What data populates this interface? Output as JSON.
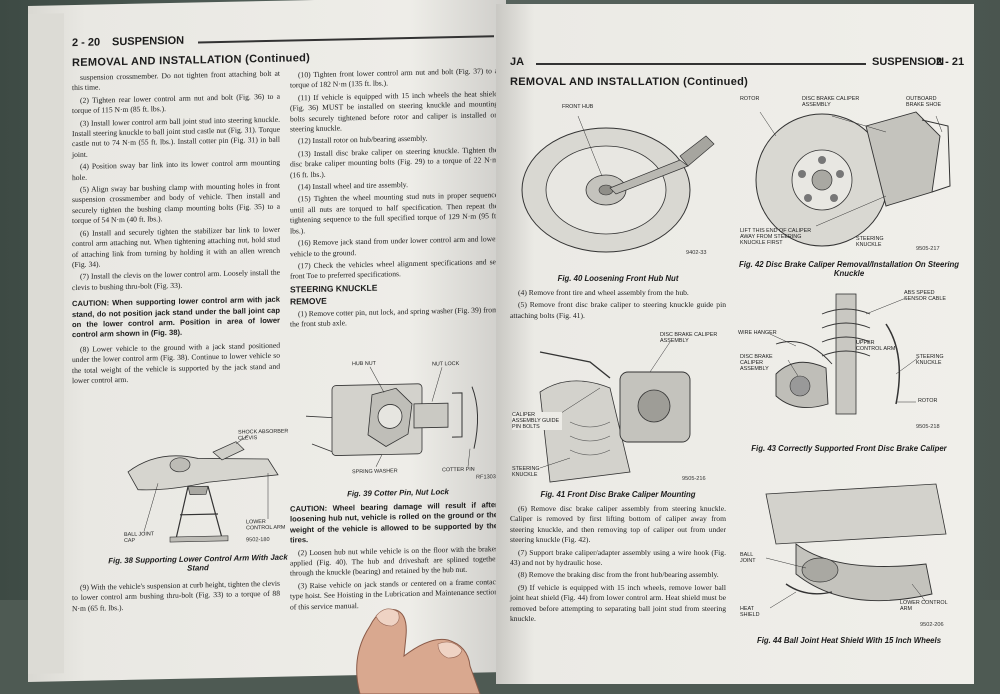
{
  "left_page": {
    "page_number": "2 - 20",
    "running_head": "SUSPENSION",
    "section_title": "REMOVAL AND INSTALLATION (Continued)",
    "col1": [
      "suspension crossmember. Do not tighten front attaching bolt at this time.",
      "(2) Tighten rear lower control arm nut and bolt (Fig. 36) to a torque of 115 N·m (85 ft. lbs.).",
      "(3) Install lower control arm ball joint stud into steering knuckle. Install steering knuckle to ball joint stud castle nut (Fig. 31). Torque castle nut to 74 N·m (55 ft. lbs.). Install cotter pin (Fig. 31) in ball joint.",
      "(4) Position sway bar link into its lower control arm mounting hole.",
      "(5) Align sway bar bushing clamp with mounting holes in front suspension crossmember and body of vehicle. Then install and securely tighten the bushing clamp mounting bolts (Fig. 35) to a torque of 54 N·m (40 ft. lbs.).",
      "(6) Install and securely tighten the stabilizer bar link to lower control arm attaching nut. When tightening attaching nut, hold stud of attaching link from turning by holding it with an allen wrench (Fig. 34).",
      "(7) Install the clevis on the lower control arm. Loosely install the clevis to bushing thru-bolt (Fig. 33)."
    ],
    "caution1": "CAUTION: When supporting lower control arm with jack stand, do not position jack stand under the ball joint cap on the lower control arm. Position in area of lower control arm shown in (Fig. 38).",
    "col1b": [
      "(8) Lower vehicle to the ground with a jack stand positioned under the lower control arm (Fig. 38). Continue to lower vehicle so the total weight of the vehicle is supported by the jack stand and lower control arm."
    ],
    "fig38_caption": "Fig. 38 Supporting Lower Control Arm With Jack Stand",
    "fig38_labels": {
      "shock": "SHOCK ABSORBER CLEVIS",
      "lca": "LOWER CONTROL ARM",
      "bj": "BALL JOINT CAP",
      "code": "9502-180"
    },
    "col1c": "(9) With the vehicle's suspension at curb height, tighten the clevis to lower control arm bushing thru-bolt (Fig. 33) to a torque of 88 N·m (65 ft. lbs.).",
    "col2": [
      "(10) Tighten front lower control arm nut and bolt (Fig. 37) to a torque of 182 N·m (135 ft. lbs.).",
      "(11) If vehicle is equipped with 15 inch wheels the heat shield (Fig. 36) MUST be installed on steering knuckle and mounting bolts securely tightened before rotor and caliper is installed on steering knuckle.",
      "(12) Install rotor on hub/bearing assembly.",
      "(13) Install disc brake caliper on steering knuckle. Tighten the disc brake caliper mounting bolts (Fig. 29) to a torque of 22 N·m (16 ft. lbs.).",
      "(14) Install wheel and tire assembly.",
      "(15) Tighten the wheel mounting stud nuts in proper sequence until all nuts are torqued to half specification. Then repeat the tightening sequence to the full specified torque of 129 N·m (95 ft. lbs.).",
      "(16) Remove jack stand from under lower control arm and lower vehicle to the ground.",
      "(17) Check the vehicles wheel alignment specifications and set front Toe to preferred specifications."
    ],
    "steering_heading": "STEERING KNUCKLE",
    "remove_heading": "REMOVE",
    "col2b": "(1) Remove cotter pin, nut lock, and spring washer (Fig. 39) from the front stub axle.",
    "fig39_caption": "Fig. 39 Cotter Pin, Nut Lock",
    "fig39_labels": {
      "hub": "HUB NUT",
      "lock": "NUT LOCK",
      "spring": "SPRING WASHER",
      "pin": "COTTER PIN",
      "code": "RF1303"
    },
    "caution2": "CAUTION: Wheel bearing damage will result if after loosening hub nut, vehicle is rolled on the ground or the weight of the vehicle is allowed to be supported by the tires.",
    "col2c": [
      "(2) Loosen hub nut while vehicle is on the floor with the brakes applied (Fig. 40). The hub and driveshaft are splined together through the knuckle (bearing) and retained by the hub nut.",
      "(3) Raise vehicle on jack stands or centered on a frame contact type hoist. See Hoisting in the Lubrication and Maintenance section of this service manual."
    ]
  },
  "right_page": {
    "page_code": "JA",
    "running_head": "SUSPENSION",
    "page_number": "2 - 21",
    "section_title": "REMOVAL AND INSTALLATION (Continued)",
    "fig40_caption": "Fig. 40 Loosening Front Hub Nut",
    "fig40_labels": {
      "hub": "FRONT HUB",
      "code": "9402-33"
    },
    "col1": [
      "(4) Remove front tire and wheel assembly from the hub.",
      "(5) Remove front disc brake caliper to steering knuckle guide pin attaching bolts (Fig. 41)."
    ],
    "fig41_caption": "Fig. 41 Front Disc Brake Caliper Mounting",
    "fig41_labels": {
      "caliper": "DISC BRAKE CALIPER ASSEMBLY",
      "guide": "CALIPER ASSEMBLY GUIDE PIN BOLTS",
      "knuckle": "STEERING KNUCKLE",
      "code": "9505-216"
    },
    "col1b": [
      "(6) Remove disc brake caliper assembly from steering knuckle. Caliper is removed by first lifting bottom of caliper away from steering knuckle, and then removing top of caliper out from under steering knuckle (Fig. 42).",
      "(7) Support brake caliper/adapter assembly using a wire hook (Fig. 43) and not by hydraulic hose.",
      "(8) Remove the braking disc from the front hub/bearing assembly.",
      "(9) If vehicle is equipped with 15 inch wheels, remove lower ball joint heat shield (Fig. 44) from lower control arm. Heat shield must be removed before attempting to separating ball joint stud from steering knuckle."
    ],
    "fig42_caption": "Fig. 42 Disc Brake Caliper Removal/Installation On Steering Knuckle",
    "fig42_labels": {
      "rotor": "ROTOR",
      "caliper": "DISC BRAKE CALIPER ASSEMBLY",
      "shoe": "OUTBOARD BRAKE SHOE",
      "lift": "LIFT THIS END OF CALIPER AWAY FROM STEERING KNUCKLE FIRST",
      "knuckle": "STEERING KNUCKLE",
      "code": "9505-217"
    },
    "fig43_caption": "Fig. 43 Correctly Supported Front Disc Brake Caliper",
    "fig43_labels": {
      "abs": "ABS SPEED SENSOR CABLE",
      "wire": "WIRE HANGER",
      "upper": "UPPER CONTROL ARM",
      "caliper": "DISC BRAKE CALIPER ASSEMBLY",
      "knuckle": "STEERING KNUCKLE",
      "rotor": "ROTOR",
      "code": "9505-218"
    },
    "fig44_caption": "Fig. 44 Ball Joint Heat Shield With 15 Inch Wheels",
    "fig44_labels": {
      "bj": "BALL JOINT",
      "heat": "HEAT SHIELD",
      "lca": "LOWER CONTROL ARM",
      "code": "9502-206"
    }
  },
  "colors": {
    "paper": "#ecebe6",
    "ink": "#1c1c1c",
    "table": "#4e5a53"
  }
}
